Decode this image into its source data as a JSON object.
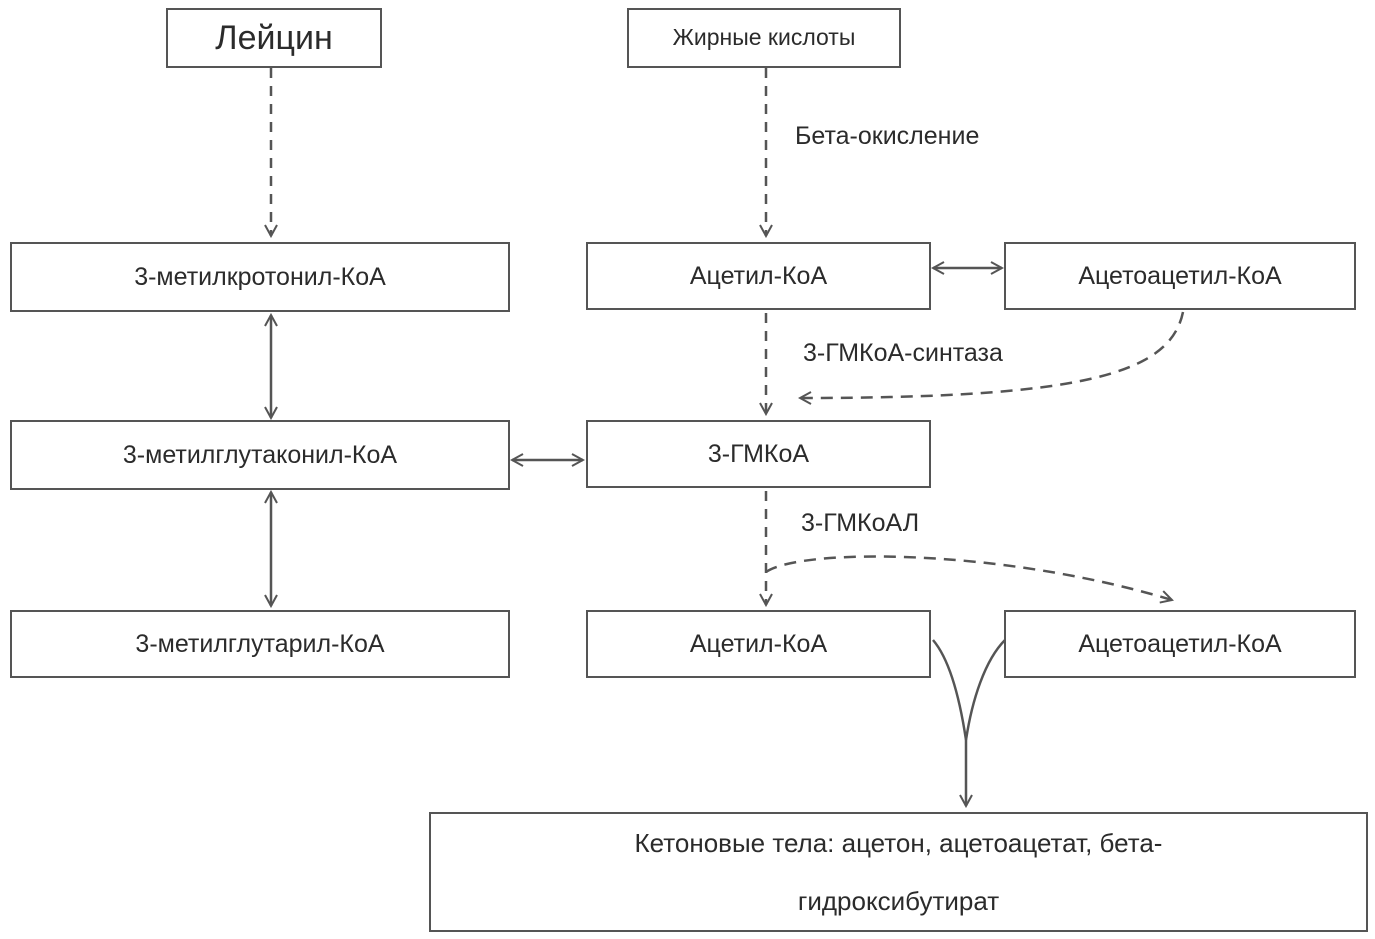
{
  "nodes": {
    "leucine": "Лейцин",
    "fatty_acids": "Жирные кислоты",
    "methylcrotonyl": "3-метилкротонил-КоА",
    "acetyl_coa_1": "Ацетил-КоА",
    "acetoacetyl_coa_1": "Ацетоацетил-КоА",
    "methylglutaconyl": "3-метилглутаконил-КоА",
    "hmg_coa": "3-ГМКоА",
    "methylglutaryl": "3-метилглутарил-КоА",
    "acetyl_coa_2": "Ацетил-КоА",
    "acetoacetyl_coa_2": "Ацетоацетил-КоА",
    "ketone_bodies": "Кетоновые тела: ацетон, ацетоацетат, бета-гидроксибутират"
  },
  "labels": {
    "beta_oxidation": "Бета-окисление",
    "hmg_synthase": "3-ГМКоА-синтаза",
    "hmg_lyase": "3-ГМКоАЛ"
  },
  "colors": {
    "stroke": "#555555",
    "text": "#2b2b2b"
  }
}
